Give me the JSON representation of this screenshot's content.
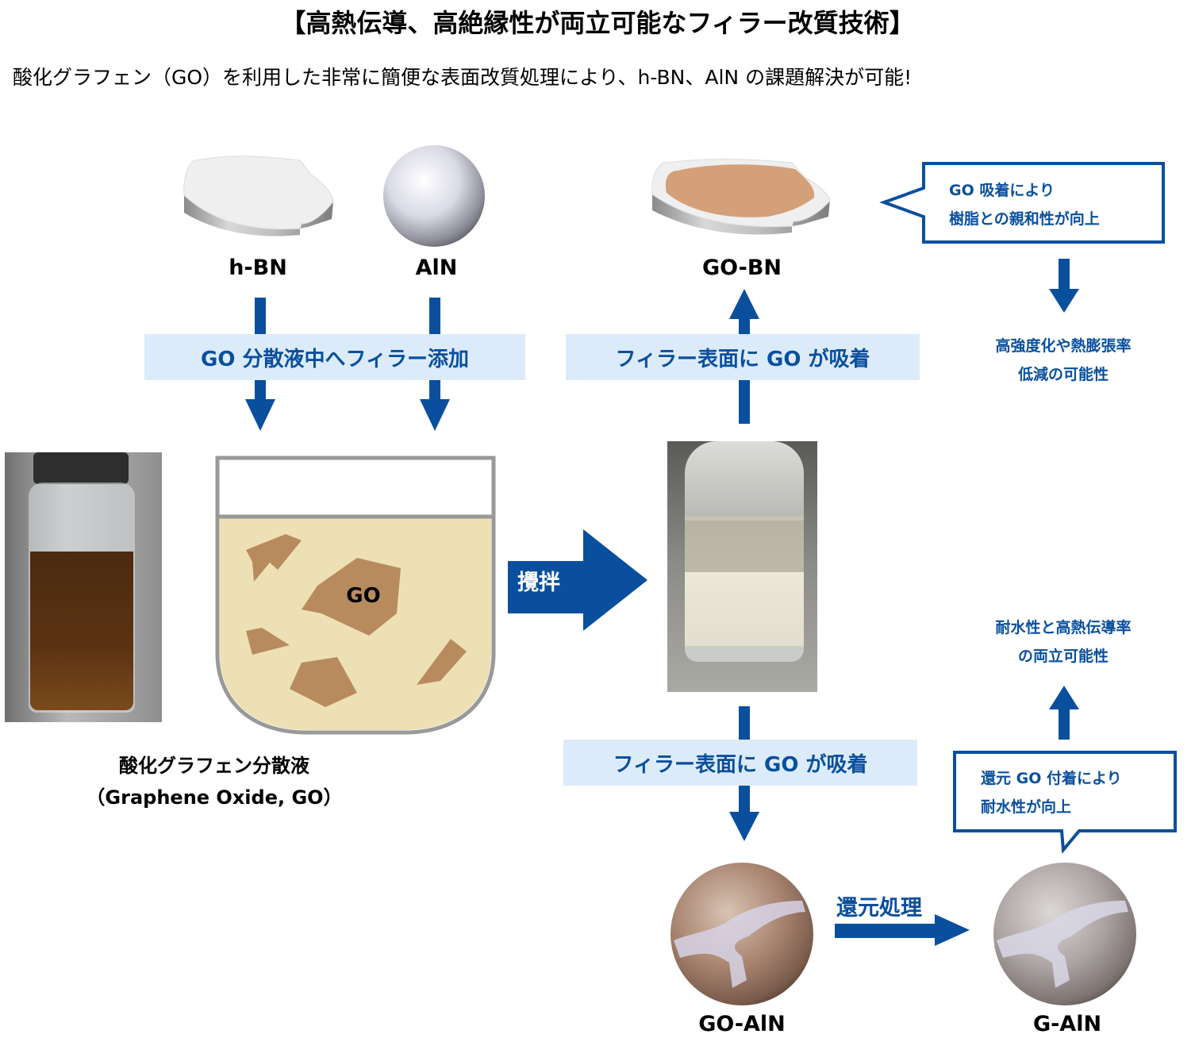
{
  "header": {
    "title": "【高熱伝導、高絶縁性が両立可能なフィラー改質技術】",
    "subtitle": "酸化グラフェン（GO）を利用した非常に簡便な表面改質処理により、h-BN、AlN の課題解決が可能!"
  },
  "fillers": {
    "hbn_label": "h-BN",
    "aln_label": "AlN"
  },
  "steps": {
    "add_filler": "GO 分散液中へフィラー添加",
    "stir": "攪拌",
    "adsorb_top": "フィラー表面に GO が吸着",
    "adsorb_bottom": "フィラー表面に GO が吸着",
    "reduction": "還元処理"
  },
  "beaker": {
    "go_label": "GO"
  },
  "go_dispersion": {
    "caption_line1": "酸化グラフェン分散液",
    "caption_line2": "（Graphene Oxide, GO）"
  },
  "products": {
    "gobn_label": "GO-BN",
    "goaln_label": "GO-AlN",
    "galn_label": "G-AlN"
  },
  "callouts": {
    "gobn": {
      "line1": "GO 吸着により",
      "line2": "樹脂との親和性が向上"
    },
    "galn": {
      "line1": "還元 GO 付着により",
      "line2": "耐水性が向上"
    }
  },
  "outcomes": {
    "gobn_line1": "高強度化や熱膨張率",
    "gobn_line2": "低減の可能性",
    "galn_line1": "耐水性と高熱伝導率",
    "galn_line2": "の両立可能性"
  },
  "colors": {
    "accent_blue": "#0a4f9e",
    "band_bg": "#dcebfa",
    "go_flake": "#b88b5f",
    "beaker_liquid": "#ede0b4"
  }
}
